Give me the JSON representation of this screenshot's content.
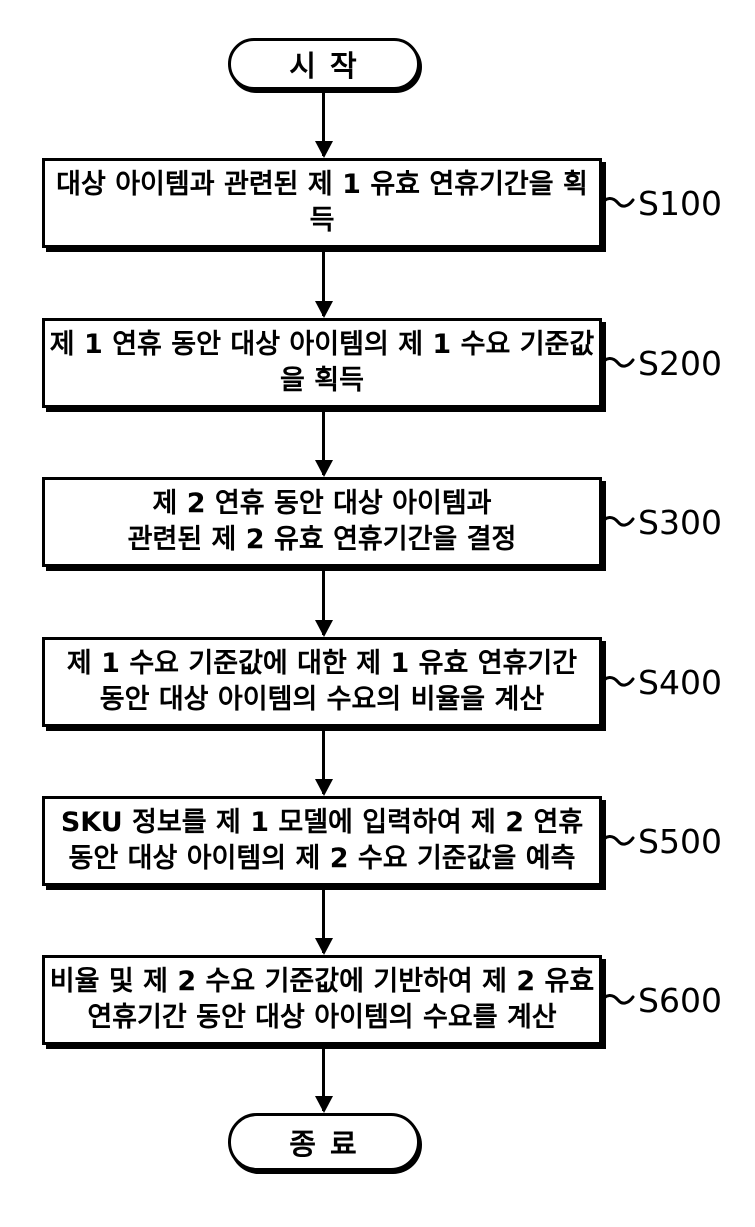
{
  "diagram": {
    "title": "flowchart",
    "start_label": "시 작",
    "end_label": "종 료",
    "connector_glyph": "~",
    "steps": [
      {
        "label": "S100",
        "text": "대상 아이템과 관련된 제 1 유효 연휴기간을 획득"
      },
      {
        "label": "S200",
        "text": "제 1 연휴 동안 대상 아이템의 제 1 수요 기준값을 획득"
      },
      {
        "label": "S300",
        "text": "제 2 연휴 동안 대상 아이템과\n관련된 제 2 유효 연휴기간을 결정"
      },
      {
        "label": "S400",
        "text": "제 1 수요 기준값에 대한 제 1 유효 연휴기간\n동안 대상 아이템의 수요의 비율을 계산"
      },
      {
        "label": "S500",
        "text": "SKU 정보를 제 1 모델에 입력하여 제 2 연휴\n동안 대상 아이템의 제 2 수요 기준값을 예측"
      },
      {
        "label": "S600",
        "text": "비율 및 제 2 수요 기준값에 기반하여 제 2 유효\n연휴기간 동안 대상 아이템의 수요를 계산"
      }
    ]
  }
}
